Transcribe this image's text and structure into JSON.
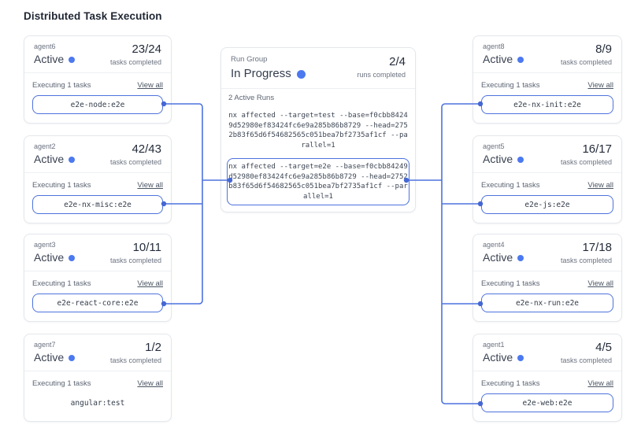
{
  "title": "Distributed Task Execution",
  "colors": {
    "accent": "#4d72dd",
    "status_dot": "#4c79f0",
    "card_border": "#e4e7ec",
    "text_dark": "#1f2633",
    "text_muted": "#6b7280"
  },
  "run_group": {
    "label": "Run Group",
    "status": "In Progress",
    "count": "2/4",
    "count_label": "runs completed",
    "active_runs_label": "2 Active Runs",
    "runs": [
      {
        "command": "nx affected --target=test --base=f0cbb84249d52980ef83424fc6e9a285b86b8729 --head=2752b83f65d6f54682565c051bea7bf2735af1cf --parallel=1"
      },
      {
        "command": "nx affected --target=e2e --base=f0cbb84249d52980ef83424fc6e9a285b86b8729 --head=2752b83f65d6f54682565c051bea7bf2735af1cf --parallel=1"
      }
    ]
  },
  "agents_left": [
    {
      "name": "agent6",
      "status": "Active",
      "count": "23/24",
      "count_label": "tasks completed",
      "executing_label": "Executing 1 tasks",
      "view_all_label": "View all",
      "task": "e2e-node:e2e"
    },
    {
      "name": "agent2",
      "status": "Active",
      "count": "42/43",
      "count_label": "tasks completed",
      "executing_label": "Executing 1 tasks",
      "view_all_label": "View all",
      "task": "e2e-nx-misc:e2e"
    },
    {
      "name": "agent3",
      "status": "Active",
      "count": "10/11",
      "count_label": "tasks completed",
      "executing_label": "Executing 1 tasks",
      "view_all_label": "View all",
      "task": "e2e-react-core:e2e"
    },
    {
      "name": "agent7",
      "status": "Active",
      "count": "1/2",
      "count_label": "tasks completed",
      "executing_label": "Executing 1 tasks",
      "view_all_label": "View all",
      "task": "angular:test"
    }
  ],
  "agents_right": [
    {
      "name": "agent8",
      "status": "Active",
      "count": "8/9",
      "count_label": "tasks completed",
      "executing_label": "Executing 1 tasks",
      "view_all_label": "View all",
      "task": "e2e-nx-init:e2e"
    },
    {
      "name": "agent5",
      "status": "Active",
      "count": "16/17",
      "count_label": "tasks completed",
      "executing_label": "Executing 1 tasks",
      "view_all_label": "View all",
      "task": "e2e-js:e2e"
    },
    {
      "name": "agent4",
      "status": "Active",
      "count": "17/18",
      "count_label": "tasks completed",
      "executing_label": "Executing 1 tasks",
      "view_all_label": "View all",
      "task": "e2e-nx-run:e2e"
    },
    {
      "name": "agent1",
      "status": "Active",
      "count": "4/5",
      "count_label": "tasks completed",
      "executing_label": "Executing 1 tasks",
      "view_all_label": "View all",
      "task": "e2e-web:e2e"
    }
  ]
}
